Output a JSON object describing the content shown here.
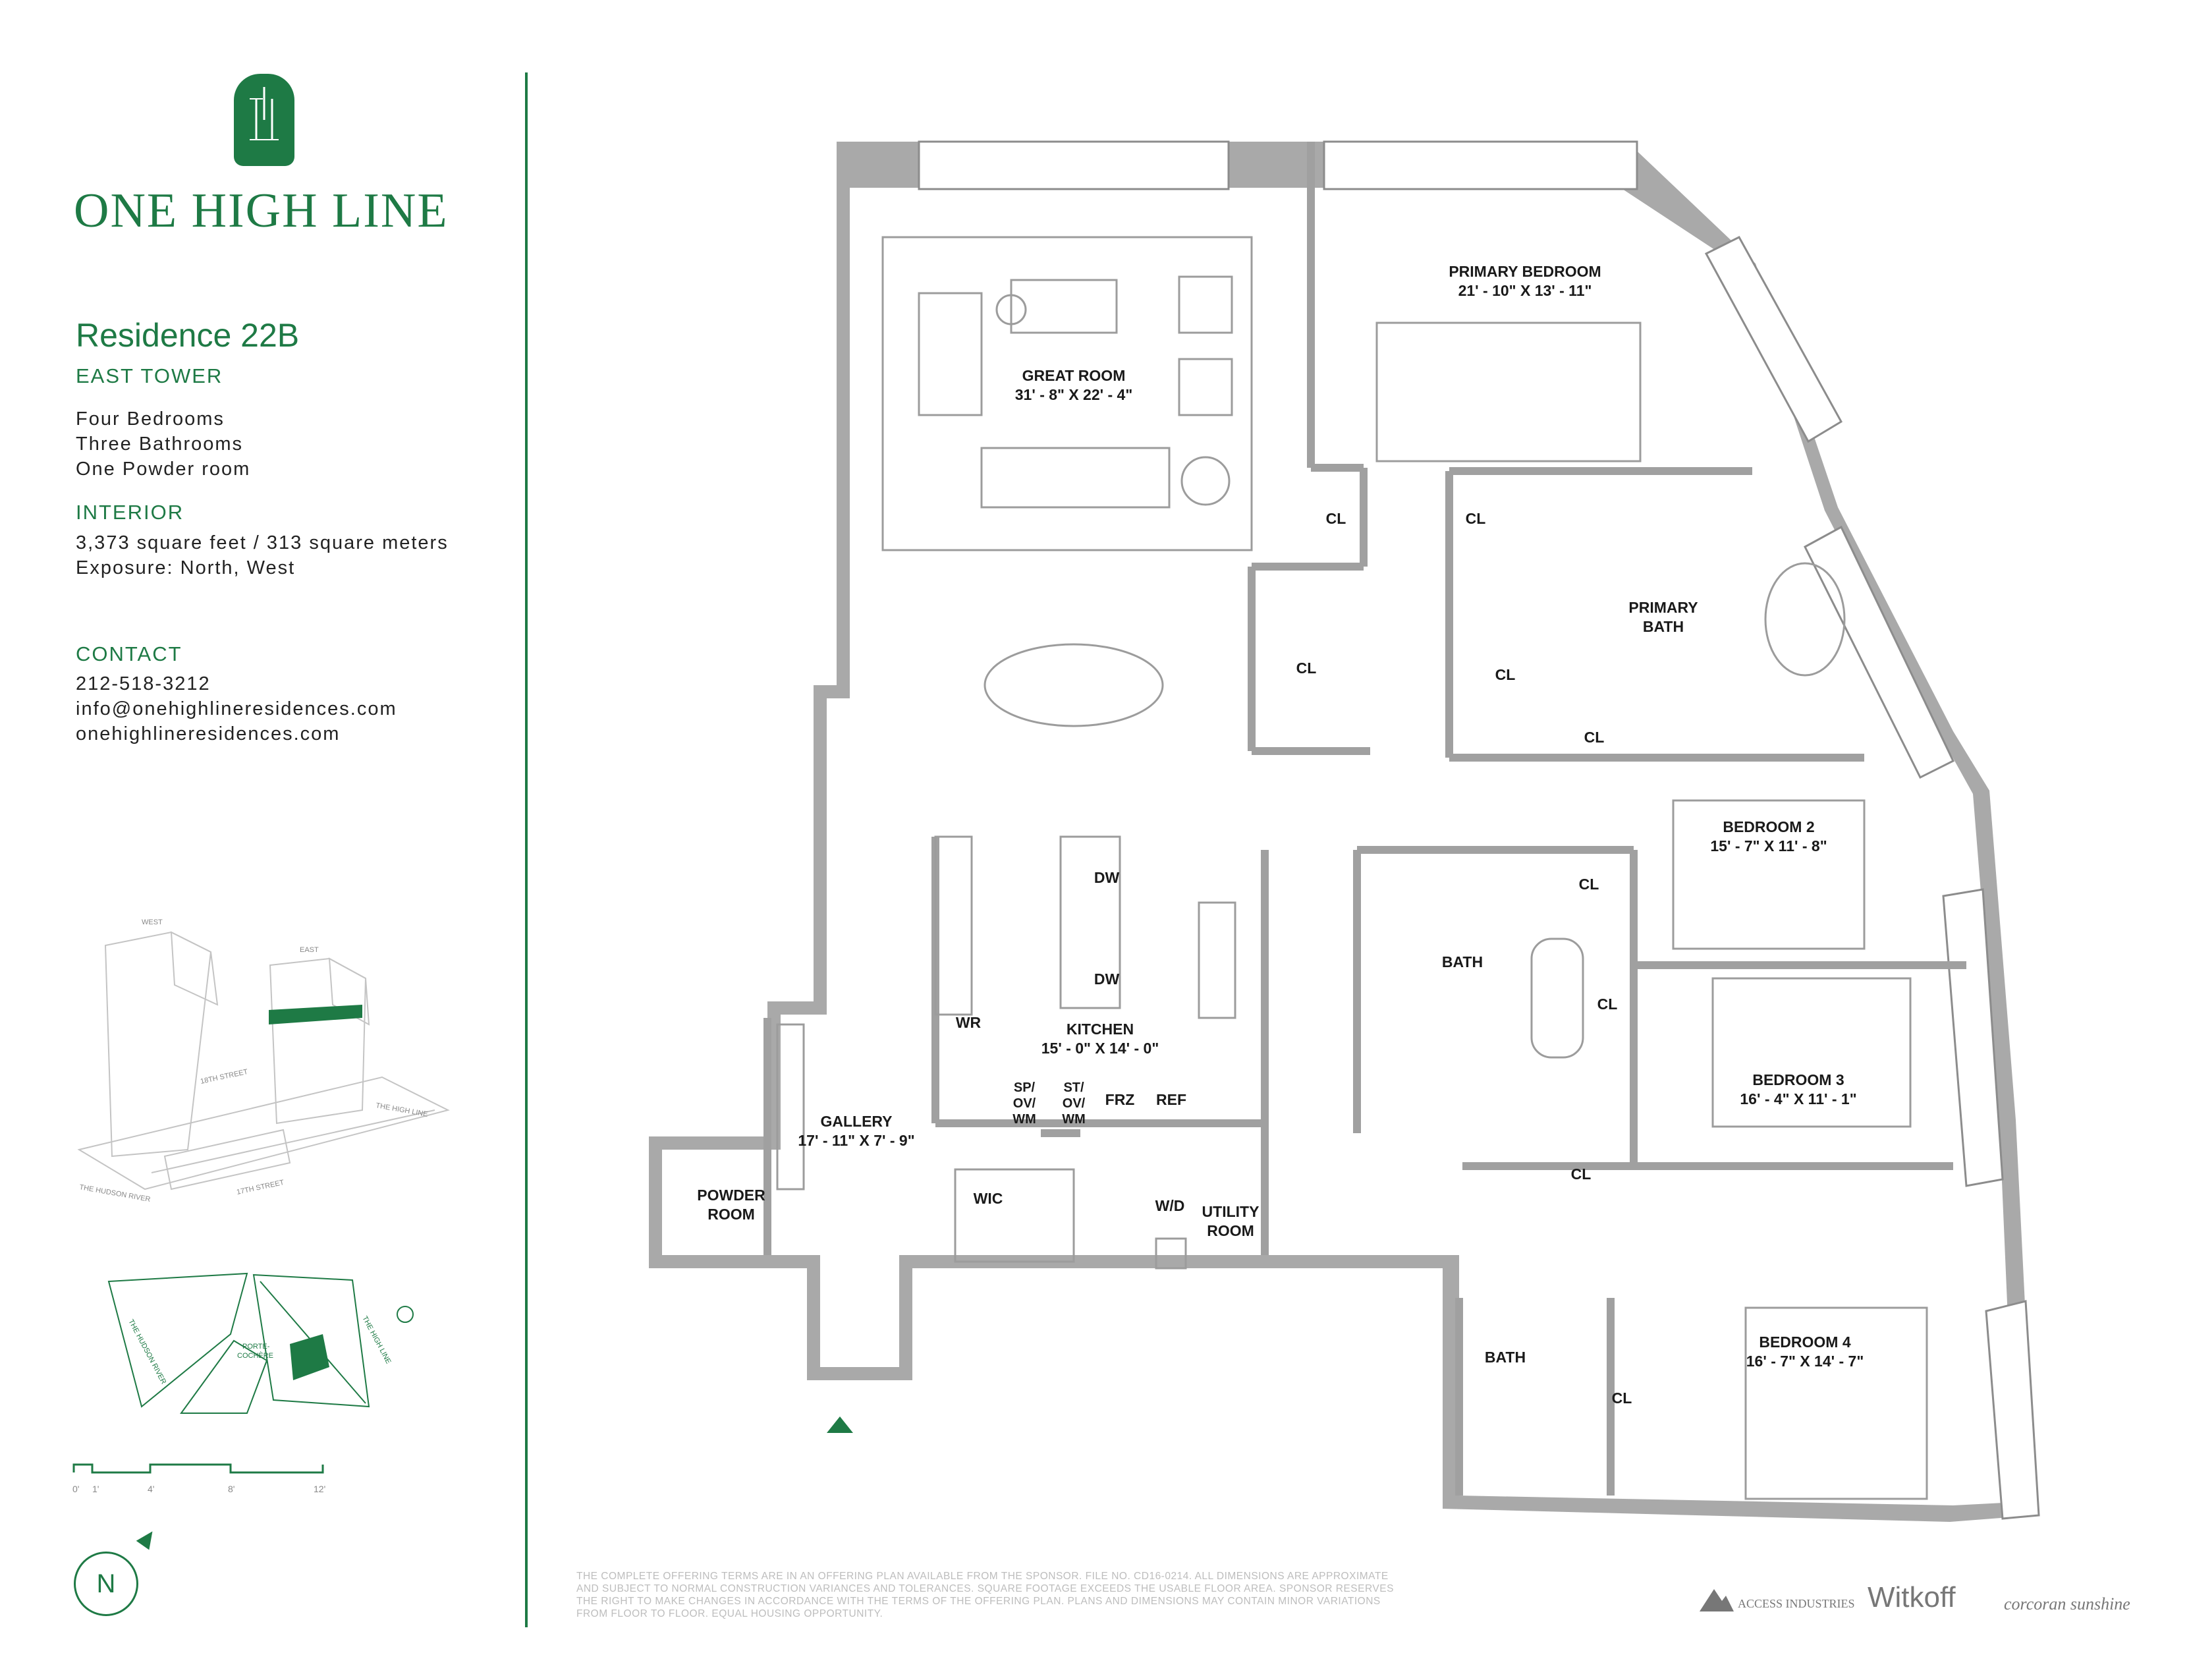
{
  "brand": {
    "name": "ONE HIGH LINE",
    "logo_letters": "1H"
  },
  "residence": {
    "title": "Residence 22B",
    "tower": "EAST TOWER"
  },
  "features": [
    "Four Bedrooms",
    "Three Bathrooms",
    "One Powder room"
  ],
  "interior": {
    "heading": "INTERIOR",
    "area": "3,373 square feet / 313 square meters",
    "exposure": "Exposure: North, West"
  },
  "contact": {
    "heading": "CONTACT",
    "phone": "212-518-3212",
    "email": "info@onehighlineresidences.com",
    "website": "onehighlineresidences.com"
  },
  "axo_labels": {
    "west": "WEST",
    "east": "EAST",
    "street_18": "18TH STREET",
    "street_17": "17TH STREET",
    "high_line": "THE HIGH LINE",
    "hudson": "THE HUDSON RIVER"
  },
  "site_labels": {
    "hudson": "THE HUDSON RIVER",
    "high_line": "THE HIGH LINE",
    "porte": "PORTE-",
    "cochere": "COCHÈRE"
  },
  "scale_labels": [
    "0'",
    "1'",
    "4'",
    "8'",
    "12'"
  ],
  "north_label": "N",
  "rooms": {
    "great_room": {
      "name": "GREAT ROOM",
      "dims": "31' - 8\" X 22' - 4\""
    },
    "primary_bedroom": {
      "name": "PRIMARY BEDROOM",
      "dims": "21' - 10\" X 13' - 11\""
    },
    "primary_bath": {
      "name": "PRIMARY",
      "name2": "BATH"
    },
    "bedroom_2": {
      "name": "BEDROOM 2",
      "dims": "15' - 7\" X 11' - 8\""
    },
    "bedroom_3": {
      "name": "BEDROOM 3",
      "dims": "16' - 4\" X 11' - 1\""
    },
    "bedroom_4": {
      "name": "BEDROOM 4",
      "dims": "16' - 7\" X 14' - 7\""
    },
    "kitchen": {
      "name": "KITCHEN",
      "dims": "15' - 0\" X 14' - 0\""
    },
    "gallery": {
      "name": "GALLERY",
      "dims": "17' - 11\" X 7' - 9\""
    },
    "powder": {
      "name": "POWDER",
      "name2": "ROOM"
    },
    "bath_a": "BATH",
    "bath_b": "BATH",
    "wic": "WIC",
    "utility": {
      "name": "UTILITY",
      "name2": "ROOM"
    },
    "wd": "W/D",
    "wr": "WR",
    "dw": "DW",
    "frz": "FRZ",
    "ref": "REF",
    "sp": [
      "SP/",
      "OV/",
      "WM"
    ],
    "st": [
      "ST/",
      "OV/",
      "WM"
    ],
    "cl": "CL"
  },
  "disclaimer": "THE COMPLETE OFFERING TERMS ARE IN AN OFFERING PLAN AVAILABLE FROM THE SPONSOR. FILE NO. CD16-0214. ALL DIMENSIONS ARE APPROXIMATE AND SUBJECT TO NORMAL CONSTRUCTION VARIANCES AND TOLERANCES. SQUARE FOOTAGE EXCEEDS THE USABLE FLOOR AREA. SPONSOR RESERVES THE RIGHT TO MAKE CHANGES IN ACCORDANCE WITH THE TERMS OF THE OFFERING PLAN. PLANS AND DIMENSIONS MAY CONTAIN MINOR VARIATIONS FROM FLOOR TO FLOOR. EQUAL HOUSING OPPORTUNITY.",
  "partners": {
    "access": "ACCESS INDUSTRIES",
    "witkoff": "Witkoff",
    "corcoran": "corcoran sunshine"
  },
  "colors": {
    "brand_green": "#1e7a45",
    "wall_gray": "#a7a7a7",
    "line_gray": "#9c9c9c"
  }
}
